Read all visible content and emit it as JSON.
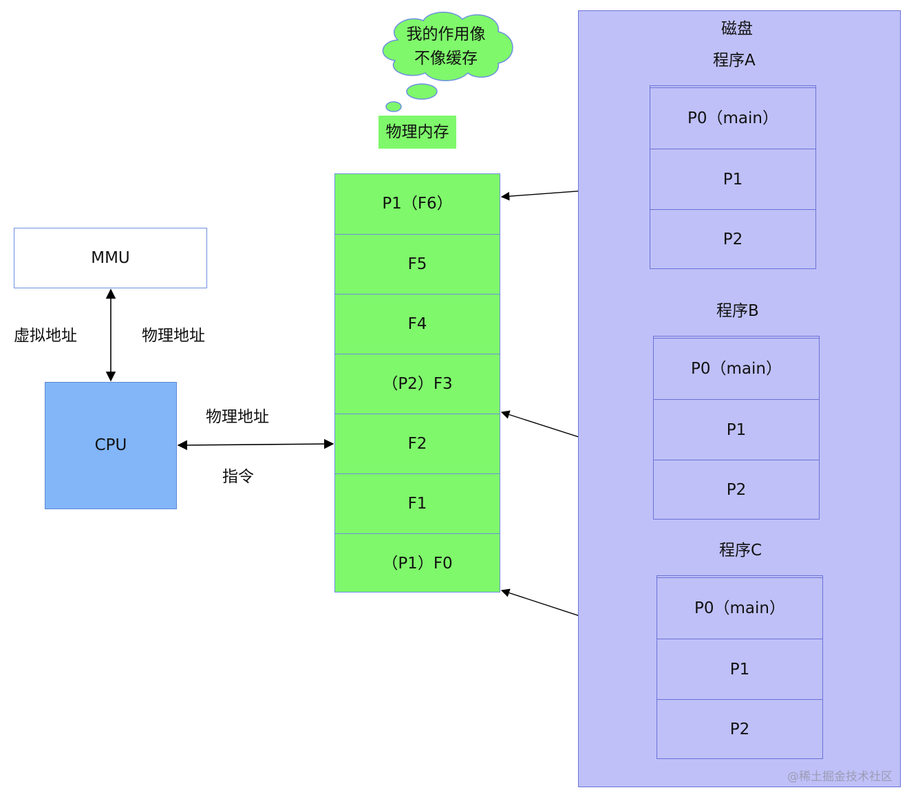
{
  "thought_bubble": {
    "line1": "我的作用像",
    "line2": "不像缓存"
  },
  "memory": {
    "title": "物理内存",
    "frames": [
      "P1（F6）",
      "F5",
      "F4",
      "（P2）F3",
      "F2",
      "F1",
      "（P1）F0"
    ]
  },
  "mmu": {
    "label": "MMU"
  },
  "cpu": {
    "label": "CPU"
  },
  "labels": {
    "virtual_address": "虚拟地址",
    "physical_address_left": "物理地址",
    "physical_address_mid": "物理地址",
    "instruction": "指令"
  },
  "disk": {
    "title": "磁盘",
    "programs": [
      {
        "name": "程序A",
        "pages": [
          "P0（main）",
          "P1",
          "P2"
        ]
      },
      {
        "name": "程序B",
        "pages": [
          "P0（main）",
          "P1",
          "P2"
        ]
      },
      {
        "name": "程序C",
        "pages": [
          "P0（main）",
          "P1",
          "P2"
        ]
      }
    ]
  },
  "watermark": "@稀土掘金技术社区",
  "colors": {
    "memory_fill": "#7ff86b",
    "disk_fill": "#bfc0f8",
    "cpu_fill": "#82b6f8",
    "cloud_fill": "#7ff86b"
  }
}
